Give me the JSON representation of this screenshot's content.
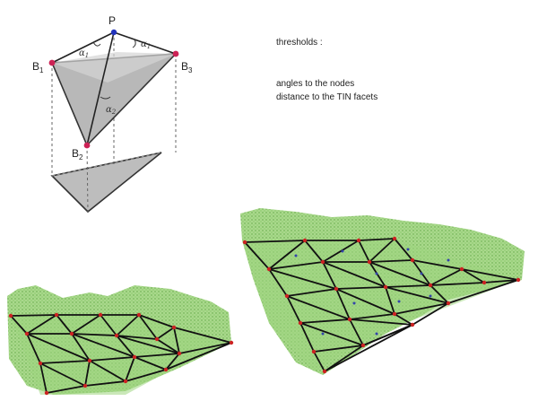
{
  "diagram": {
    "point_label": "P",
    "node_labels": {
      "b1": {
        "main": "B",
        "sub": "1"
      },
      "b2": {
        "main": "B",
        "sub": "2"
      },
      "b3": {
        "main": "B",
        "sub": "3"
      }
    },
    "angle_labels": {
      "a1_left": {
        "main": "α",
        "sub": "1"
      },
      "a1_right": {
        "main": "α",
        "sub": "1"
      },
      "a2": {
        "main": "α",
        "sub": "2"
      }
    }
  },
  "notes": {
    "thresholds_title": "thresholds :",
    "line1": "angles to the nodes",
    "line2": "distance to the TIN facets"
  },
  "colors": {
    "apex_point": "#2233bb",
    "nodes": "#cc2255",
    "tin_lines": "#111111",
    "tin_nodes": "#cc2222",
    "point_cloud": "#7cc55a",
    "facet_fill": "#bdbdbd",
    "inner_points": "#3344aa"
  }
}
